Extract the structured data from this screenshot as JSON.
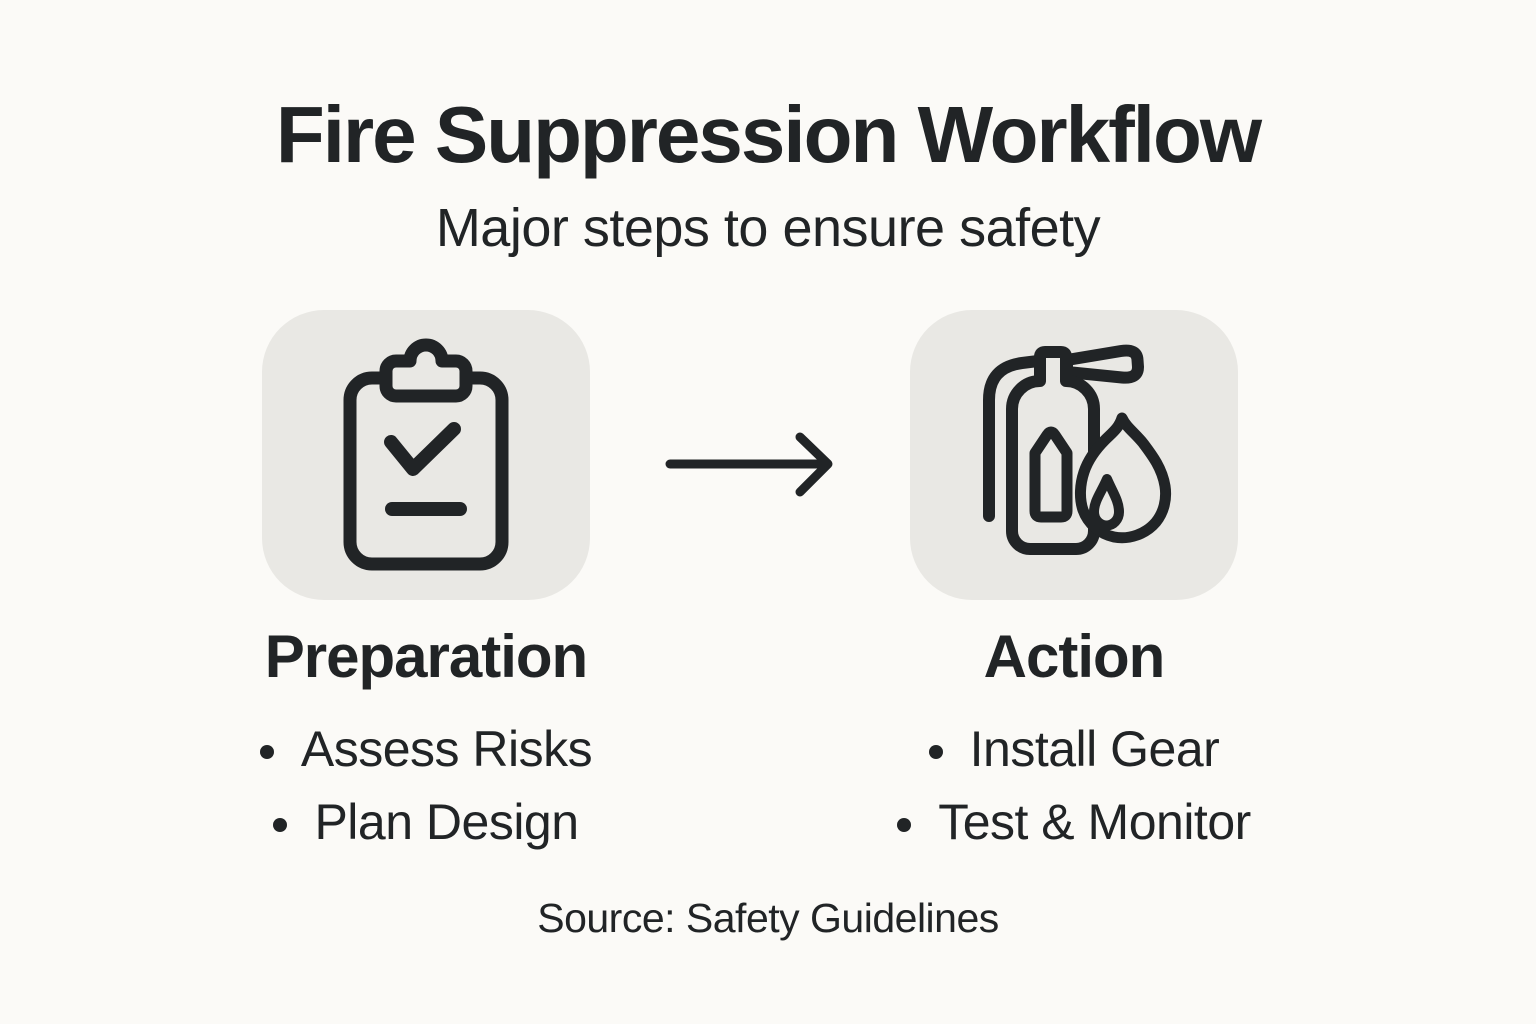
{
  "header": {
    "title": "Fire Suppression Workflow",
    "subtitle": "Major steps to ensure safety"
  },
  "steps": [
    {
      "name": "Preparation",
      "icon": "clipboard-check-icon",
      "bullets": [
        "Assess Risks",
        "Plan Design"
      ]
    },
    {
      "name": "Action",
      "icon": "fire-extinguisher-flame-icon",
      "bullets": [
        "Install Gear",
        "Test & Monitor"
      ]
    }
  ],
  "connector": {
    "icon": "arrow-right-icon",
    "direction": "right"
  },
  "footer": {
    "source": "Source: Safety Guidelines"
  },
  "colors": {
    "background": "#FBFAF7",
    "card_background": "#E9E8E4",
    "ink": "#212426"
  }
}
